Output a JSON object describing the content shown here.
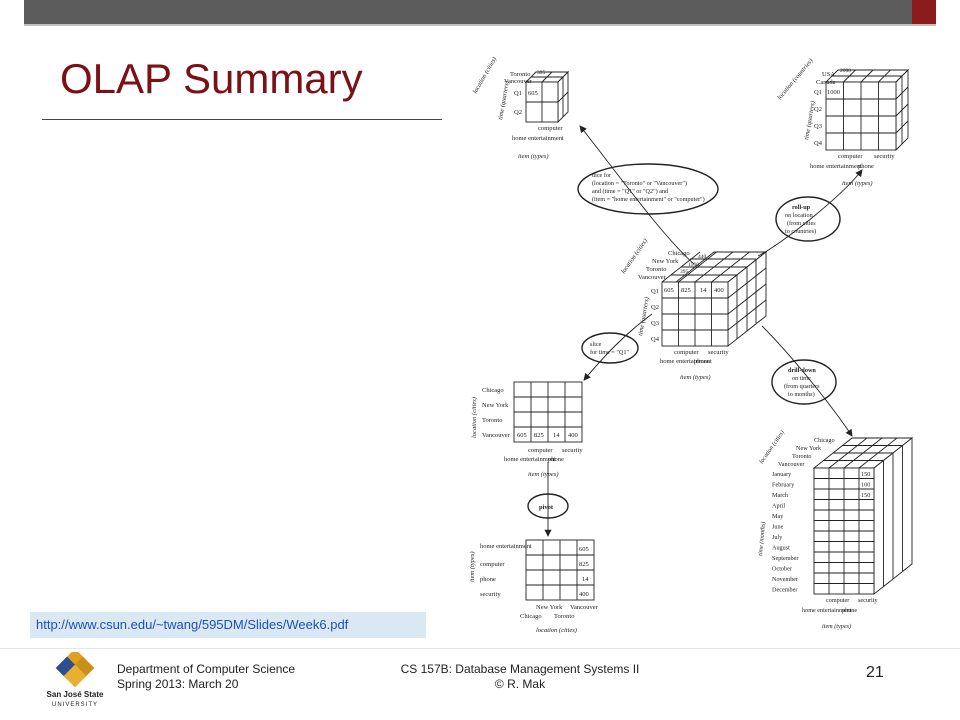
{
  "slide": {
    "title": "OLAP Summary",
    "source_url": "http://www.csun.edu/~twang/595DM/Slides/Week6.pdf",
    "footer": {
      "left_line1": "Department of Computer Science",
      "left_line2": "Spring 2013: March 20",
      "mid_line1": "CS 157B: Database Management Systems II",
      "mid_line2": "© R. Mak",
      "page_number": "21"
    },
    "logo": {
      "text_line1": "San José State",
      "text_line2": "UNIVERSITY"
    }
  },
  "diagram": {
    "dice": {
      "cities": [
        "Toronto",
        "Vancouver"
      ],
      "top_value": "395",
      "quarters": [
        "Q1",
        "Q2"
      ],
      "value": "605",
      "items": [
        "computer",
        "home entertainment"
      ],
      "x_label": "item (types)",
      "y_label": "location (cities)",
      "z_label": "time (quarters)",
      "ellipse_lines": [
        "dice for",
        "(location = \"Toronto\" or \"Vancouver\")",
        "and (time = \"Q1\" or \"Q2\") and",
        "(item = \"home entertainment\" or \"computer\")"
      ]
    },
    "rollup": {
      "countries": [
        "USA",
        "Canada"
      ],
      "top_value": "2000",
      "quarters": [
        "Q1",
        "Q2",
        "Q3",
        "Q4"
      ],
      "value": "1000",
      "items": [
        "computer",
        "security",
        "home entertainment",
        "phone"
      ],
      "x_label": "item (types)",
      "y_label": "location (countries)",
      "z_label": "time (quarters)",
      "ellipse_lines": [
        "roll-up",
        "on location",
        "(from cities",
        "to countries)"
      ]
    },
    "central": {
      "cities": [
        "Chicago",
        "New York",
        "Toronto",
        "Vancouver"
      ],
      "top_values": [
        "440",
        "1560",
        "395"
      ],
      "quarters": [
        "Q1",
        "Q2",
        "Q3",
        "Q4"
      ],
      "values": [
        "605",
        "825",
        "14",
        "400"
      ],
      "items": [
        "computer",
        "security",
        "home entertainment",
        "phone"
      ],
      "x_label": "item (types)",
      "y_label": "location (cities)",
      "z_label": "time (quarters)"
    },
    "slice": {
      "ellipse_lines": [
        "slice",
        "for time = \"Q1\""
      ],
      "cities": [
        "Chicago",
        "New York",
        "Toronto",
        "Vancouver"
      ],
      "values": [
        "605",
        "825",
        "14",
        "400"
      ],
      "items": [
        "computer",
        "security",
        "home entertainment",
        "phone"
      ],
      "x_label": "item (types)",
      "y_label": "location (cities)"
    },
    "pivot": {
      "ellipse_label": "pivot",
      "items": [
        "home entertainment",
        "computer",
        "phone",
        "security"
      ],
      "values": [
        "605",
        "825",
        "14",
        "400"
      ],
      "cities": [
        "New York",
        "Vancouver",
        "Chicago",
        "Toronto"
      ],
      "x_label": "location (cities)",
      "y_label": "item (types)"
    },
    "drilldown": {
      "ellipse_lines": [
        "drill-down",
        "on time",
        "(from quarters",
        "to months)"
      ],
      "cities": [
        "Chicago",
        "New York",
        "Toronto",
        "Vancouver"
      ],
      "months": [
        "January",
        "February",
        "March",
        "April",
        "May",
        "June",
        "July",
        "August",
        "September",
        "October",
        "November",
        "December"
      ],
      "values": [
        "150",
        "100",
        "150"
      ],
      "items": [
        "computer",
        "security",
        "home entertainment",
        "phone"
      ],
      "x_label": "item (types)",
      "y_label": "location (cities)",
      "z_label": "time (months)"
    }
  }
}
